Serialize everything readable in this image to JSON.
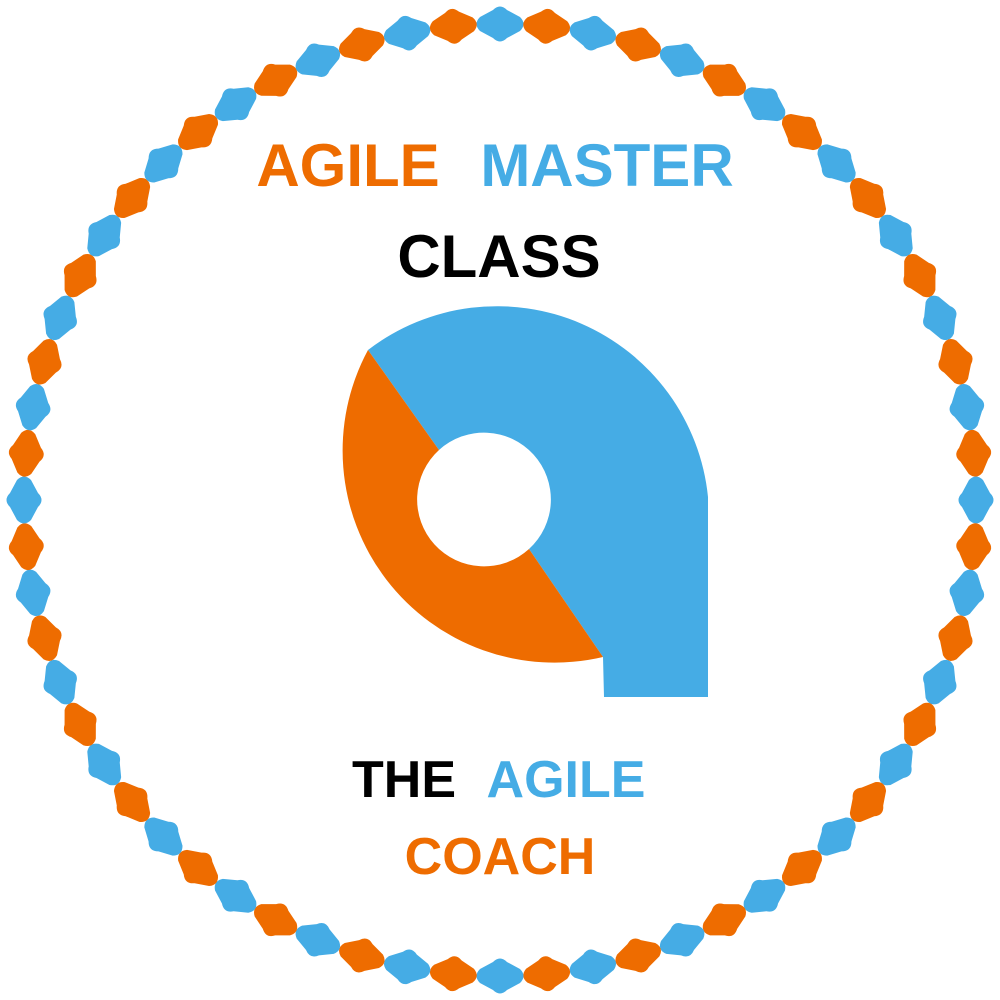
{
  "badge": {
    "title_line1_word1": "AGILE",
    "title_line1_word2": "MASTER",
    "title_line2": "CLASS",
    "footer_line1_word1": "THE",
    "footer_line1_word2": "AGILE",
    "footer_line2": "COACH",
    "logo_icon": "agile-a-logo-icon",
    "border_icon": "diamond-bead-border",
    "bead_count": 64
  },
  "colors": {
    "orange": "#ee6c00",
    "blue": "#45ace5",
    "black": "#000000",
    "background": "#ffffff"
  }
}
